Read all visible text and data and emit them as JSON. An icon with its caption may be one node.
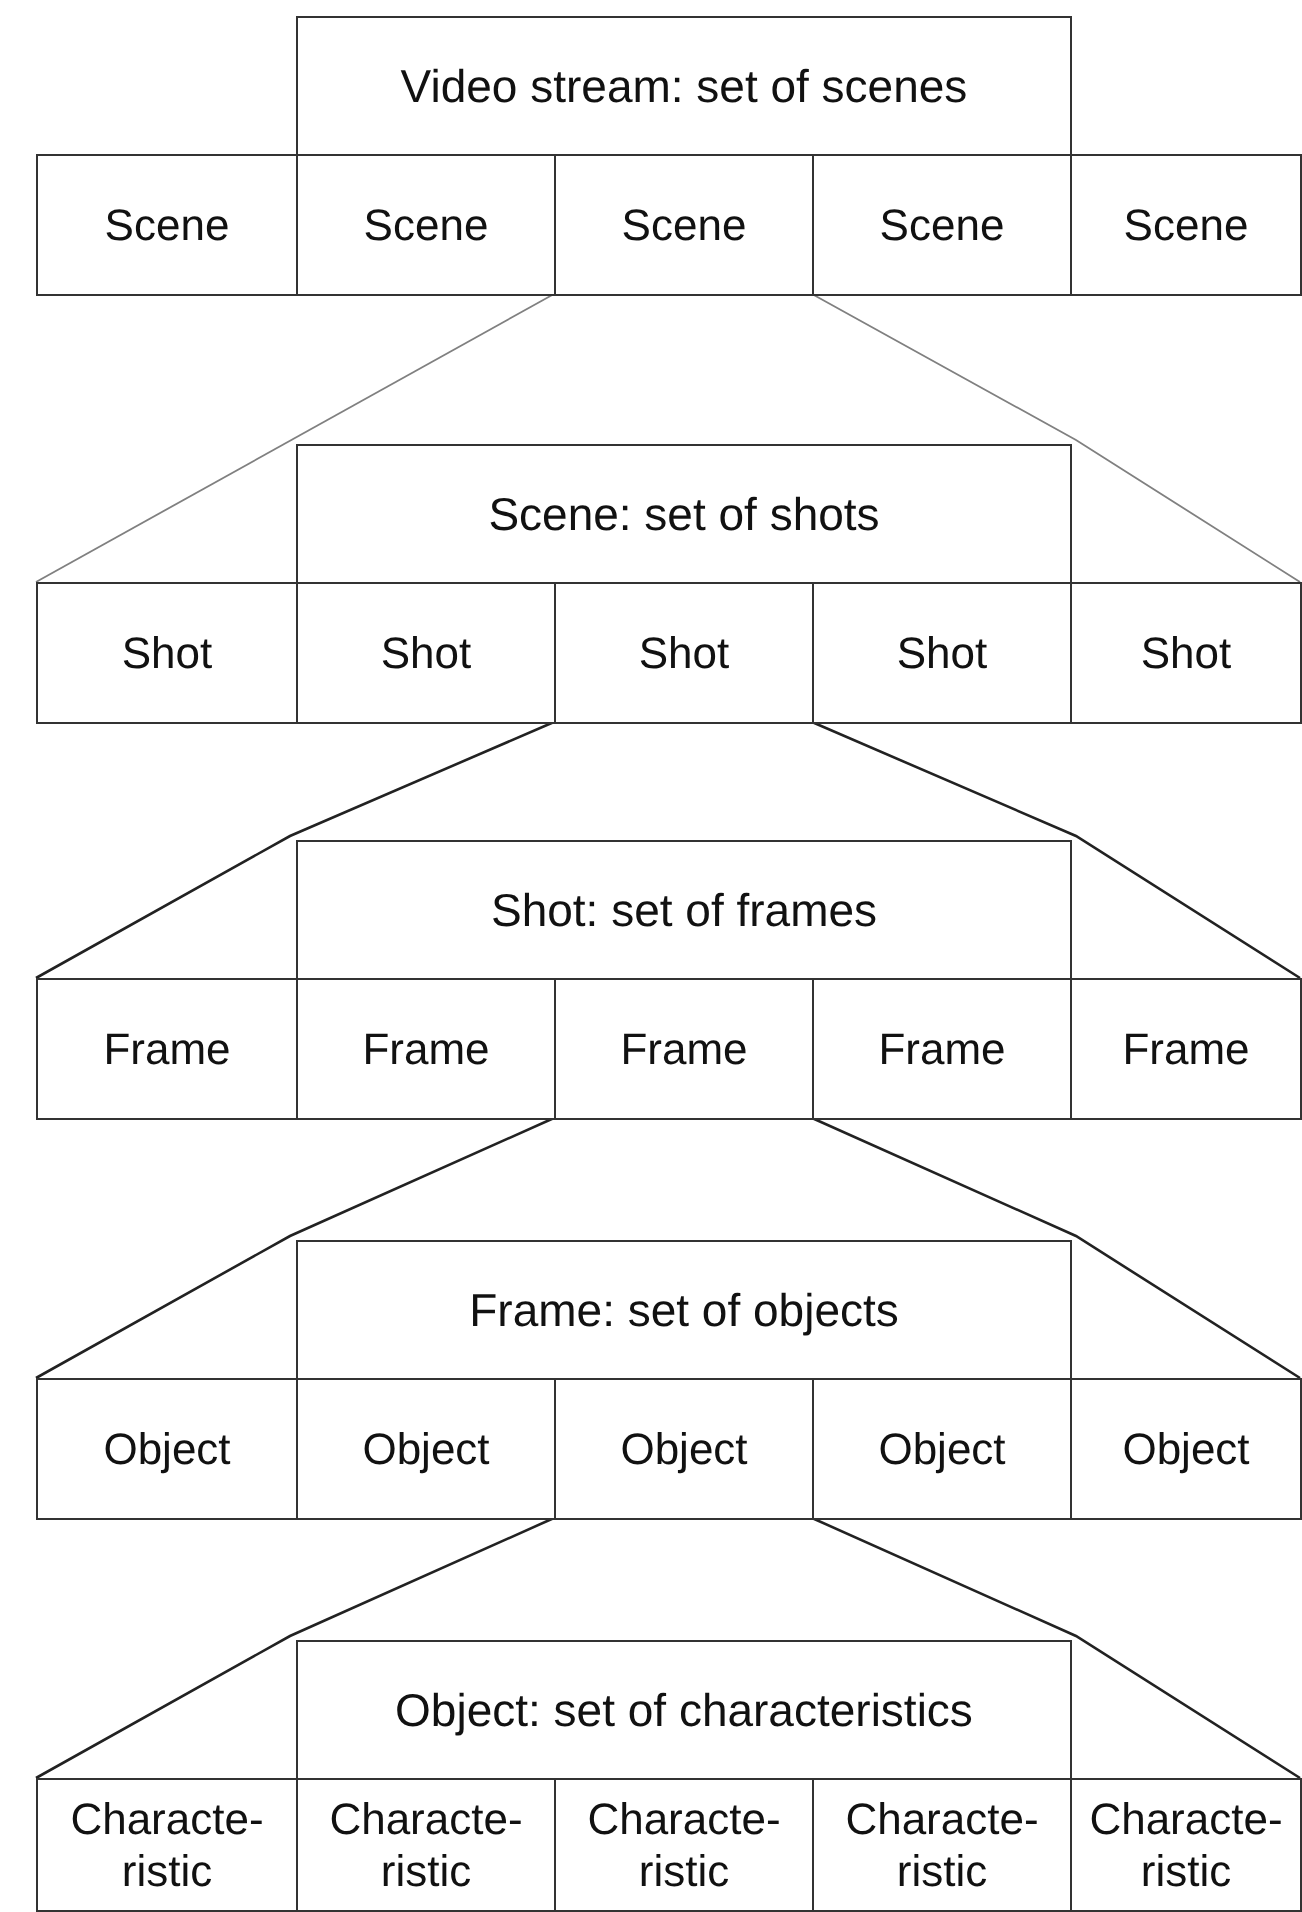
{
  "diagram": {
    "nodes": [
      {
        "text": [
          "Video stream: set of scenes"
        ]
      },
      {
        "text": [
          "Scene"
        ]
      },
      {
        "text": [
          "Scene"
        ]
      },
      {
        "text": [
          "Scene"
        ]
      },
      {
        "text": [
          "Scene"
        ]
      },
      {
        "text": [
          "Scene"
        ]
      },
      {
        "text": [
          "Scene: set of shots"
        ]
      },
      {
        "text": [
          "Shot"
        ]
      },
      {
        "text": [
          "Shot"
        ]
      },
      {
        "text": [
          "Shot"
        ]
      },
      {
        "text": [
          "Shot"
        ]
      },
      {
        "text": [
          "Shot"
        ]
      },
      {
        "text": [
          "Shot: set of frames"
        ]
      },
      {
        "text": [
          "Frame"
        ]
      },
      {
        "text": [
          "Frame"
        ]
      },
      {
        "text": [
          "Frame"
        ]
      },
      {
        "text": [
          "Frame"
        ]
      },
      {
        "text": [
          "Frame"
        ]
      },
      {
        "text": [
          "Frame: set of objects"
        ]
      },
      {
        "text": [
          "Object"
        ]
      },
      {
        "text": [
          "Object"
        ]
      },
      {
        "text": [
          "Object"
        ]
      },
      {
        "text": [
          "Object"
        ]
      },
      {
        "text": [
          "Object"
        ]
      },
      {
        "text": [
          "Object: set of characteristics"
        ]
      },
      {
        "text": [
          "Characte-ristic"
        ]
      },
      {
        "text": [
          "Characte-ristic"
        ]
      },
      {
        "text": [
          "Characte-ristic"
        ]
      },
      {
        "text": [
          "Characte-ristic"
        ]
      },
      {
        "text": [
          "Characte-ristic"
        ]
      }
    ],
    "edges": [
      {
        "from": 3,
        "to": 7,
        "arrow": "none",
        "color": "#808080"
      },
      {
        "from": 3,
        "to": 11,
        "arrow": "none",
        "color": "#808080"
      },
      {
        "from": 9,
        "to": 13,
        "arrow": "none"
      },
      {
        "from": 9,
        "to": 17,
        "arrow": "none"
      },
      {
        "from": 15,
        "to": 19,
        "arrow": "none"
      },
      {
        "from": 15,
        "to": 23,
        "arrow": "none"
      },
      {
        "from": 21,
        "to": 25,
        "arrow": "none"
      },
      {
        "from": 21,
        "to": 29,
        "arrow": "none"
      }
    ]
  }
}
